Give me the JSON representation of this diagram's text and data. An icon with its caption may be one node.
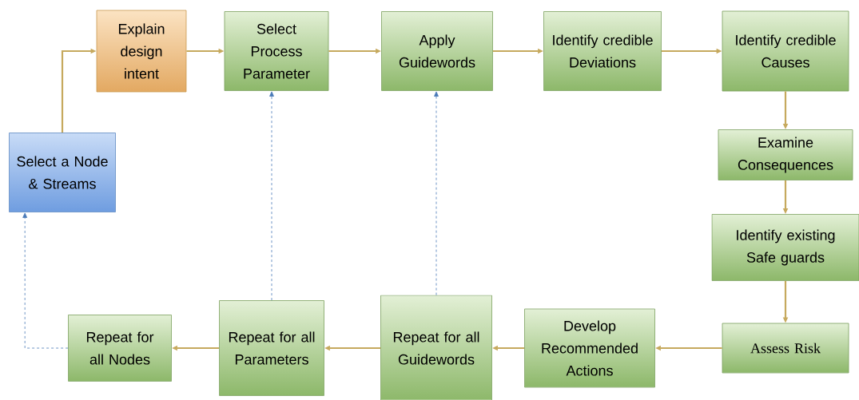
{
  "diagram": {
    "nodes": [
      {
        "text": [
          "Select a Node & Streams"
        ]
      },
      {
        "text": [
          "Explain design intent"
        ]
      },
      {
        "text": [
          "Select Process Parameter"
        ]
      },
      {
        "text": [
          "Apply Guidewords"
        ]
      },
      {
        "text": [
          "Identify credible Deviations"
        ]
      },
      {
        "text": [
          "Identify credible Causes"
        ]
      },
      {
        "text": [
          "Examine Consequences"
        ]
      },
      {
        "text": [
          "Identify existing Safe guards"
        ]
      },
      {
        "text": [
          "Assess Risk"
        ]
      },
      {
        "text": [
          "Develop Recommended Actions"
        ]
      },
      {
        "text": [
          "Repeat for all Guidewords"
        ]
      },
      {
        "text": [
          "Repeat for all Parameters"
        ]
      },
      {
        "text": [
          "Repeat for all Nodes"
        ]
      }
    ],
    "edges": [
      {
        "from": 0,
        "to": 1,
        "arrow": "to"
      },
      {
        "from": 1,
        "to": 2,
        "arrow": "to"
      },
      {
        "from": 2,
        "to": 3,
        "arrow": "to"
      },
      {
        "from": 3,
        "to": 4,
        "arrow": "to"
      },
      {
        "from": 4,
        "to": 5,
        "arrow": "to"
      },
      {
        "from": 5,
        "to": 6,
        "arrow": "to"
      },
      {
        "from": 6,
        "to": 7,
        "arrow": "to"
      },
      {
        "from": 7,
        "to": 8,
        "arrow": "to"
      },
      {
        "from": 8,
        "to": 9,
        "arrow": "to"
      },
      {
        "from": 9,
        "to": 10,
        "arrow": "to"
      },
      {
        "from": 10,
        "to": 11,
        "arrow": "to"
      },
      {
        "from": 11,
        "to": 12,
        "arrow": "to"
      },
      {
        "from": 11,
        "to": 2,
        "arrow": "to",
        "style": "dashed",
        "color": "#4a7ab8"
      },
      {
        "from": 10,
        "to": 3,
        "arrow": "to",
        "style": "dashed",
        "color": "#4a7ab8"
      },
      {
        "from": 12,
        "to": 0,
        "arrow": "to",
        "style": "dashed",
        "color": "#4a7ab8"
      }
    ]
  }
}
